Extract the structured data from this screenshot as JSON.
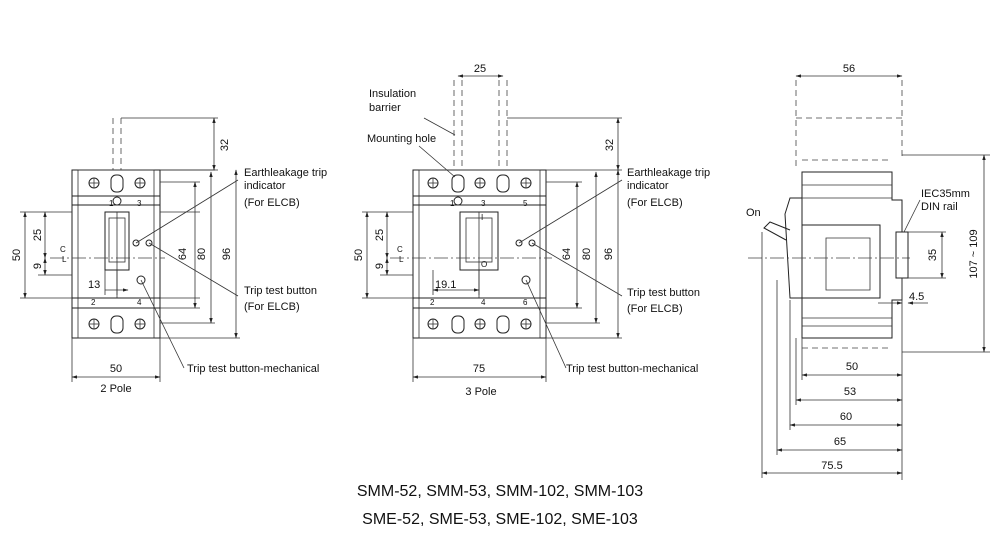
{
  "two_pole": {
    "dims": {
      "d32": "32",
      "d50v": "50",
      "d25": "25",
      "d9": "9",
      "d13": "13",
      "d64": "64",
      "d80": "80",
      "d96": "96",
      "d50w": "50"
    },
    "centerline": "C L",
    "terms": {
      "t1": "1",
      "t3": "3",
      "t2": "2",
      "t4": "4"
    },
    "caption": "2 Pole"
  },
  "three_pole": {
    "dims": {
      "d25top": "25",
      "d32": "32",
      "d50v": "50",
      "d25": "25",
      "d9": "9",
      "d191": "19.1",
      "d64": "64",
      "d80": "80",
      "d96": "96",
      "d75w": "75"
    },
    "centerline": "C L",
    "terms": {
      "t1": "1",
      "t3": "3",
      "t5": "5",
      "t2": "2",
      "t4": "4",
      "t6": "6",
      "ti": "I",
      "to": "O"
    },
    "caption": "3 Pole"
  },
  "side": {
    "dims": {
      "d56": "56",
      "d35": "35",
      "d45": "4.5",
      "d107": "107 ~ 109",
      "d50": "50",
      "d53": "53",
      "d60": "60",
      "d65": "65",
      "d755": "75.5"
    },
    "labels": {
      "on": "On",
      "din1": "IEC35mm",
      "din2": "DIN  rail"
    }
  },
  "annotations": {
    "insulation1": "Insulation",
    "insulation2": "barrier",
    "mounting_hole": "Mounting hole",
    "elt1_line1": "Earthleakage trip",
    "elt1_line2": "indicator",
    "elt1_line3": "(For ELCB)",
    "ttb1_line1": "Trip test button",
    "ttb1_line2": "(For ELCB)",
    "ttbm1": "Trip test button-mechanical",
    "elt2_line1": "Earthleakage trip",
    "elt2_line2": "indicator",
    "elt2_line3": "(For ELCB)",
    "ttb2_line1": "Trip test button",
    "ttb2_line2": "(For ELCB)",
    "ttbm2": "Trip test button-mechanical"
  },
  "models": {
    "line1": "SMM-52, SMM-53, SMM-102, SMM-103",
    "line2": "SME-52, SME-53, SME-102, SME-103"
  }
}
